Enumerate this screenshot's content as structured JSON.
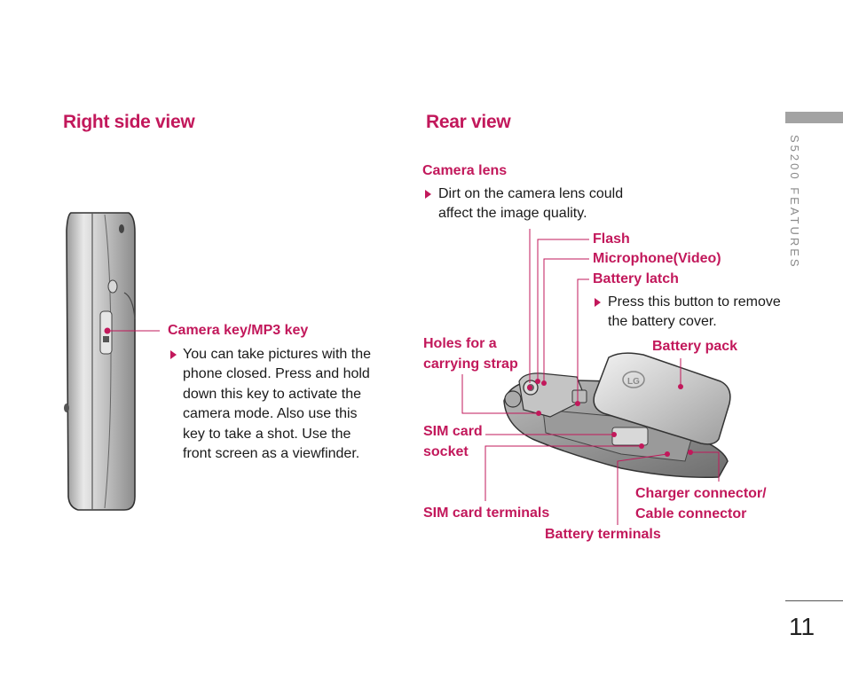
{
  "right_side": {
    "heading": "Right side view",
    "camera_key_label": "Camera key/MP3 key",
    "camera_key_desc": "You can take pictures with the phone closed. Press and hold down this key to activate the camera mode. Also use this key to take a shot. Use the front screen as a viewfinder."
  },
  "rear": {
    "heading": "Rear view",
    "camera_lens_label": "Camera lens",
    "camera_lens_desc": "Dirt on the camera lens could affect the image quality.",
    "flash_label": "Flash",
    "microphone_label": "Microphone(Video)",
    "battery_latch_label": "Battery latch",
    "battery_latch_desc": "Press this button to remove the battery cover.",
    "holes_label_1": "Holes for a",
    "holes_label_2": "carrying strap",
    "battery_pack_label": "Battery pack",
    "sim_socket_label_1": "SIM card",
    "sim_socket_label_2": "socket",
    "charger_label_1": "Charger connector/",
    "charger_label_2": "Cable connector",
    "sim_terminals_label": "SIM card terminals",
    "battery_terminals_label": "Battery terminals",
    "battery_logo": "LG"
  },
  "side_tab": {
    "text": "S5200 FEATURES"
  },
  "page_number": "11",
  "colors": {
    "accent": "#c2185b",
    "tab_gray": "#a3a3a3"
  }
}
